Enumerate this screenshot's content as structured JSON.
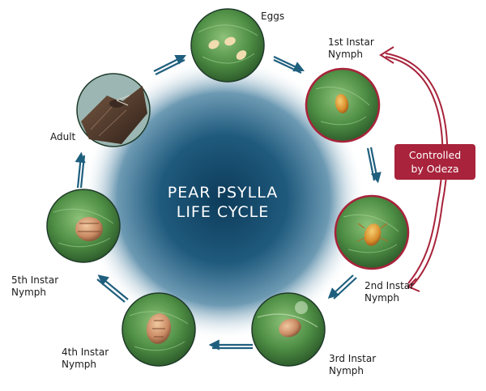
{
  "diagram": {
    "title": [
      "PEAR PSYLLA",
      "LIFE CYCLE"
    ],
    "callout": [
      "Controlled",
      "by Odeza"
    ],
    "stages": [
      {
        "id": "eggs",
        "label": [
          "Eggs"
        ],
        "controlled": false
      },
      {
        "id": "first-instar",
        "label": [
          "1st Instar",
          "Nymph"
        ],
        "controlled": true
      },
      {
        "id": "second-instar",
        "label": [
          "2nd Instar",
          "Nymph"
        ],
        "controlled": true
      },
      {
        "id": "third-instar",
        "label": [
          "3rd Instar",
          "Nymph"
        ],
        "controlled": false
      },
      {
        "id": "fourth-instar",
        "label": [
          "4th Instar",
          "Nymph"
        ],
        "controlled": false
      },
      {
        "id": "fifth-instar",
        "label": [
          "5th Instar",
          "Nymph"
        ],
        "controlled": false
      },
      {
        "id": "adult",
        "label": [
          "Adult"
        ],
        "controlled": false
      }
    ]
  },
  "colors": {
    "center_dark": "#0d3b5a",
    "center_mid": "#2e6d8e",
    "arrow": "#1f5f7e",
    "control": "#a8233b",
    "leaf": "#4f8f45",
    "insect": "#e0a040"
  }
}
